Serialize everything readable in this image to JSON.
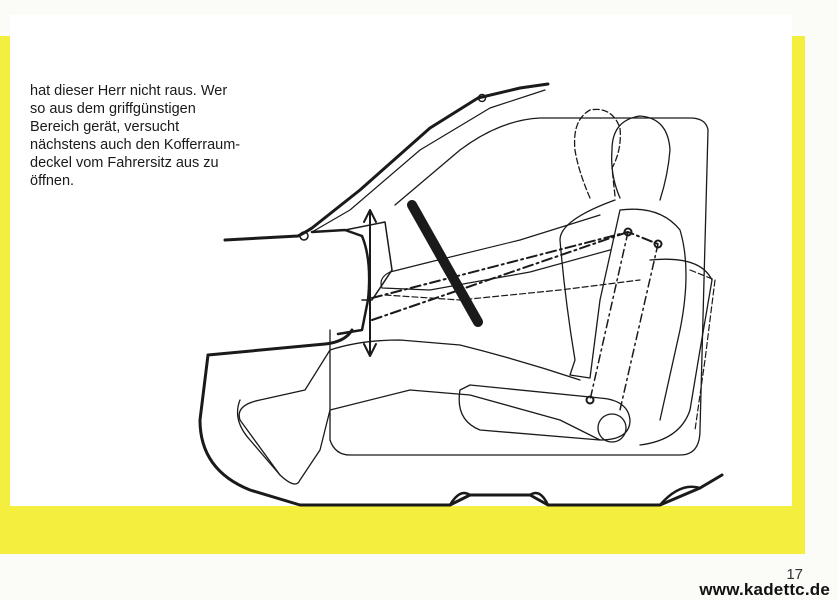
{
  "caption": {
    "lines": [
      "hat dieser Herr nicht raus. Wer",
      "so aus dem griffgünstigen",
      "Bereich gerät, versucht",
      "nächstens auch den Kofferraum-",
      "deckel vom Fahrersitz aus zu",
      "öffnen."
    ]
  },
  "page_number": "17",
  "watermark": "www.kadettc.de",
  "colors": {
    "frame": "#f4ee3e",
    "ink": "#1a1a1a"
  }
}
